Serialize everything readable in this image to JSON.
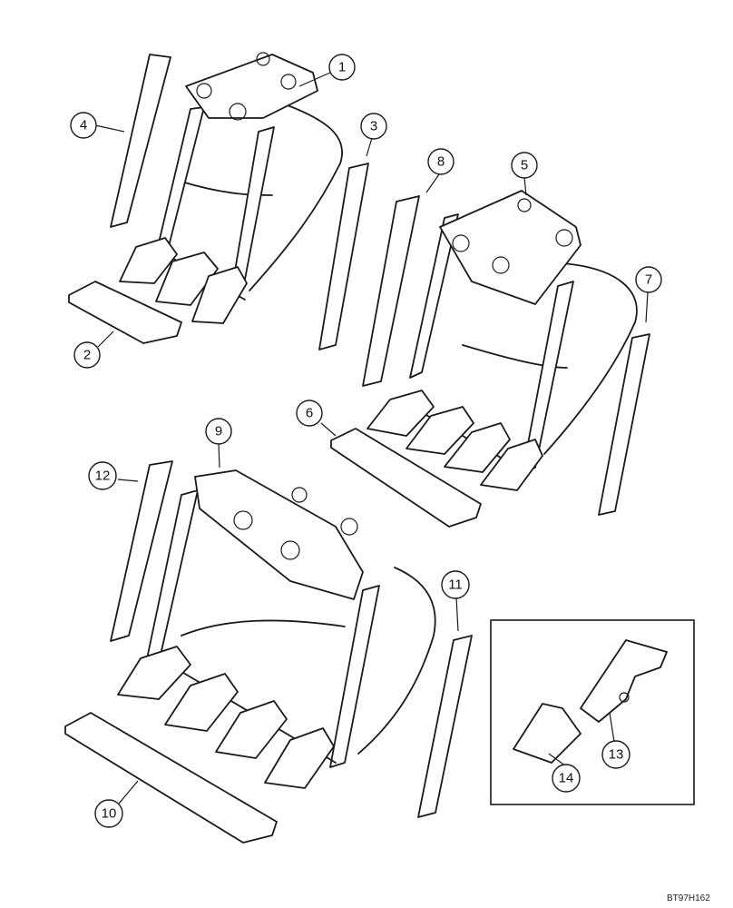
{
  "diagram_ref": "BT97H162",
  "callouts": [
    {
      "label": "1"
    },
    {
      "label": "2"
    },
    {
      "label": "3"
    },
    {
      "label": "4"
    },
    {
      "label": "5"
    },
    {
      "label": "6"
    },
    {
      "label": "7"
    },
    {
      "label": "8"
    },
    {
      "label": "9"
    },
    {
      "label": "10"
    },
    {
      "label": "11"
    },
    {
      "label": "12"
    },
    {
      "label": "13"
    },
    {
      "label": "14"
    }
  ]
}
